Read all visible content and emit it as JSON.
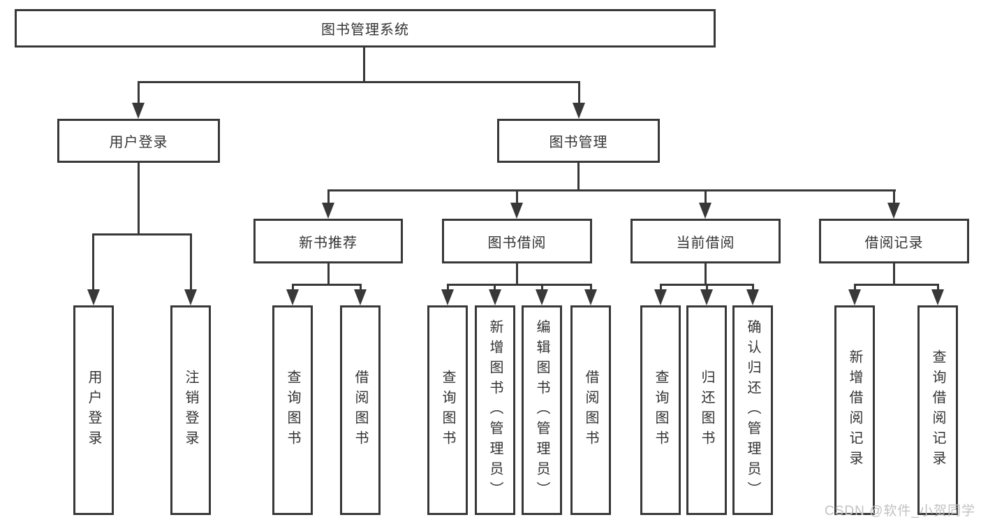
{
  "diagram": {
    "colors": {
      "line": "#383838",
      "text": "#333333",
      "watermark": "#c2c2c2",
      "background": "#ffffff"
    },
    "tree": {
      "label": "图书管理系统",
      "children": [
        {
          "label": "用户登录",
          "children": [
            {
              "label": "用户登录"
            },
            {
              "label": "注销登录"
            }
          ]
        },
        {
          "label": "图书管理",
          "children": [
            {
              "label": "新书推荐",
              "children": [
                {
                  "label": "查询图书"
                },
                {
                  "label": "借阅图书"
                }
              ]
            },
            {
              "label": "图书借阅",
              "children": [
                {
                  "label": "查询图书"
                },
                {
                  "label": "新增图书（管理员）"
                },
                {
                  "label": "编辑图书（管理员）"
                },
                {
                  "label": "借阅图书"
                }
              ]
            },
            {
              "label": "当前借阅",
              "children": [
                {
                  "label": "查询图书"
                },
                {
                  "label": "归还图书"
                },
                {
                  "label": "确认归还（管理员）"
                }
              ]
            },
            {
              "label": "借阅记录",
              "children": [
                {
                  "label": "新增借阅记录"
                },
                {
                  "label": "查询借阅记录"
                }
              ]
            }
          ]
        }
      ]
    },
    "watermark": "CSDN @软件_小贺同学"
  }
}
